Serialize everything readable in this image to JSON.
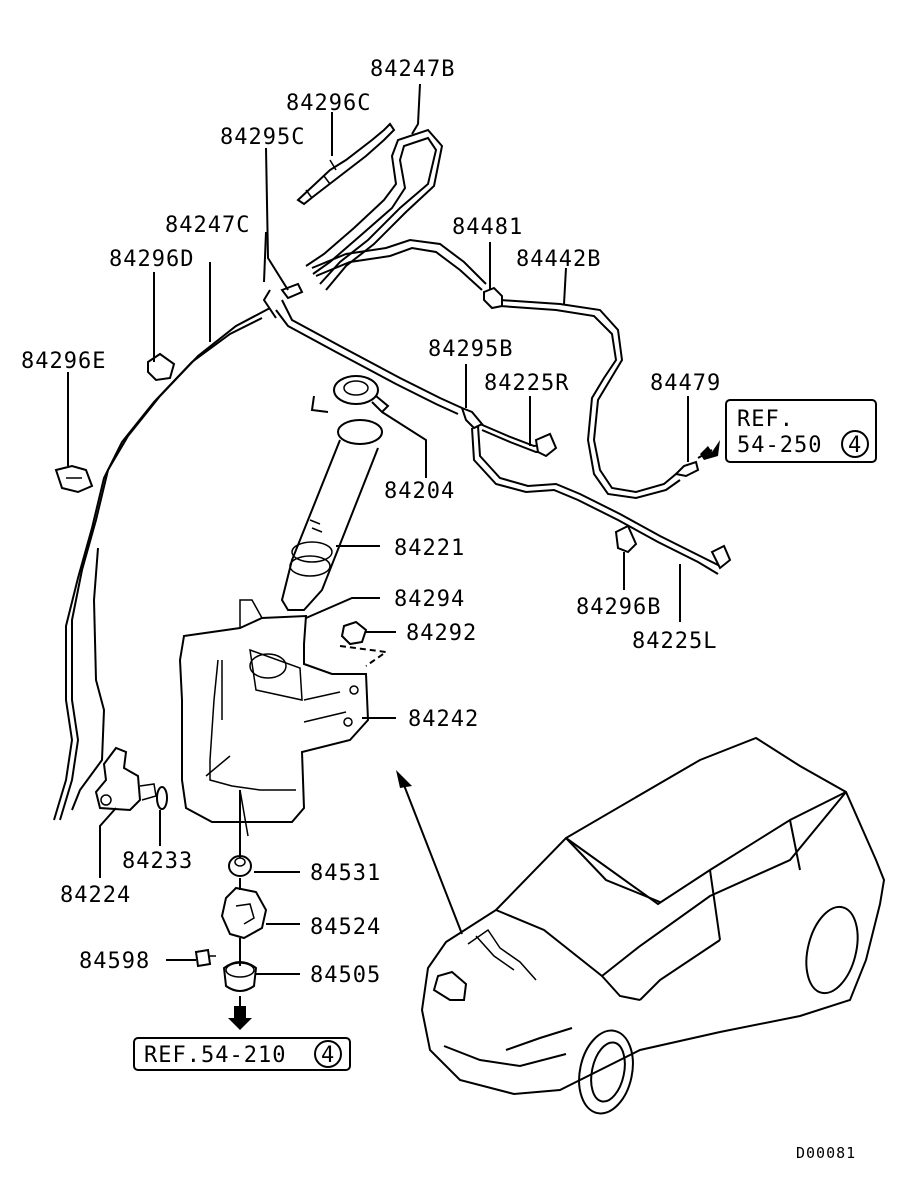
{
  "labels": {
    "p84247B": "84247B",
    "p84296C": "84296C",
    "p84295C": "84295C",
    "p84247C": "84247C",
    "p84296D": "84296D",
    "p84296E": "84296E",
    "p84481": "84481",
    "p84442B": "84442B",
    "p84295B": "84295B",
    "p84225R": "84225R",
    "p84479": "84479",
    "p84204": "84204",
    "p84221": "84221",
    "p84294": "84294",
    "p84292": "84292",
    "p84242": "84242",
    "p84296B": "84296B",
    "p84225L": "84225L",
    "p84233": "84233",
    "p84224": "84224",
    "p84531": "84531",
    "p84524": "84524",
    "p84598": "84598",
    "p84505": "84505"
  },
  "refs": {
    "ref_top_line1": "REF.",
    "ref_top_line2": "54-250",
    "ref_top_circle": "4",
    "ref_bottom": "REF.54-210",
    "ref_bottom_circle": "4"
  },
  "diagram_code": "D00081"
}
